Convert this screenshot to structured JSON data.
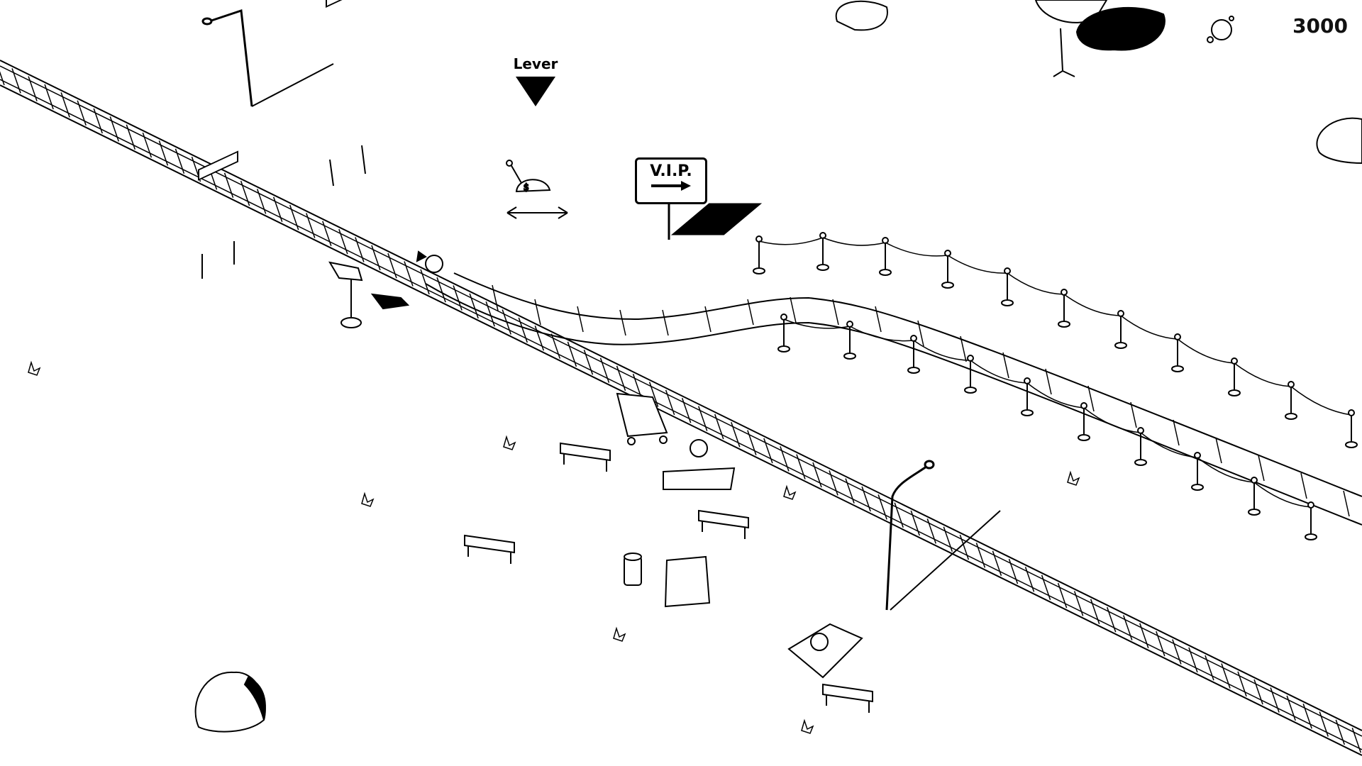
{
  "hud": {
    "score": "3000",
    "score_icon": "bubbles-icon"
  },
  "lever_marker": {
    "label": "Lever",
    "icon": "down-arrow-icon"
  },
  "vip_sign": {
    "text": "V.I.P.",
    "icon": "right-arrow-icon"
  },
  "colors": {
    "ink": "#000000",
    "paper": "#ffffff"
  }
}
